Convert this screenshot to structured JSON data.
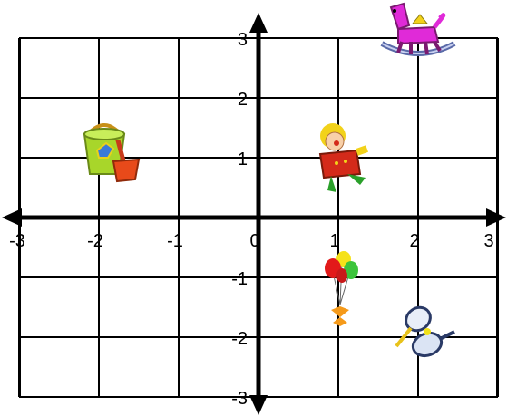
{
  "x_ticks": [
    {
      "v": -3,
      "label": "-3"
    },
    {
      "v": -2,
      "label": "-2"
    },
    {
      "v": -1,
      "label": "-1"
    },
    {
      "v": 0,
      "label": "0"
    },
    {
      "v": 1,
      "label": "1"
    },
    {
      "v": 2,
      "label": "2"
    },
    {
      "v": 3,
      "label": "3"
    }
  ],
  "y_ticks": [
    {
      "v": 3,
      "label": "3"
    },
    {
      "v": 2,
      "label": "2"
    },
    {
      "v": 1,
      "label": "1"
    },
    {
      "v": -1,
      "label": "-1"
    },
    {
      "v": -2,
      "label": "-2"
    },
    {
      "v": -3,
      "label": "-3"
    }
  ],
  "xlim": [
    -3,
    3
  ],
  "ylim": [
    -3,
    3
  ],
  "grid": true,
  "pictures": [
    {
      "name": "rocking-horse-icon",
      "x": 2,
      "y": 3
    },
    {
      "name": "sand-bucket-icon",
      "x": -2,
      "y": 1
    },
    {
      "name": "clown-icon",
      "x": 1,
      "y": 1
    },
    {
      "name": "balloons-icon",
      "x": 1,
      "y": -1
    },
    {
      "name": "tennis-rackets-icon",
      "x": 2,
      "y": -2
    }
  ],
  "colors": {
    "grid": "#000000",
    "axis": "#000000",
    "bucket": "#a8d62a",
    "shovel": "#e84a1a",
    "clown_body": "#d42a1a",
    "clown_hair": "#f2d21a",
    "horse": "#e02ad8",
    "balloon_red": "#e21a1a",
    "balloon_green": "#3cc43c",
    "balloon_yellow": "#f5e21a",
    "racket": "#2a3a66"
  }
}
